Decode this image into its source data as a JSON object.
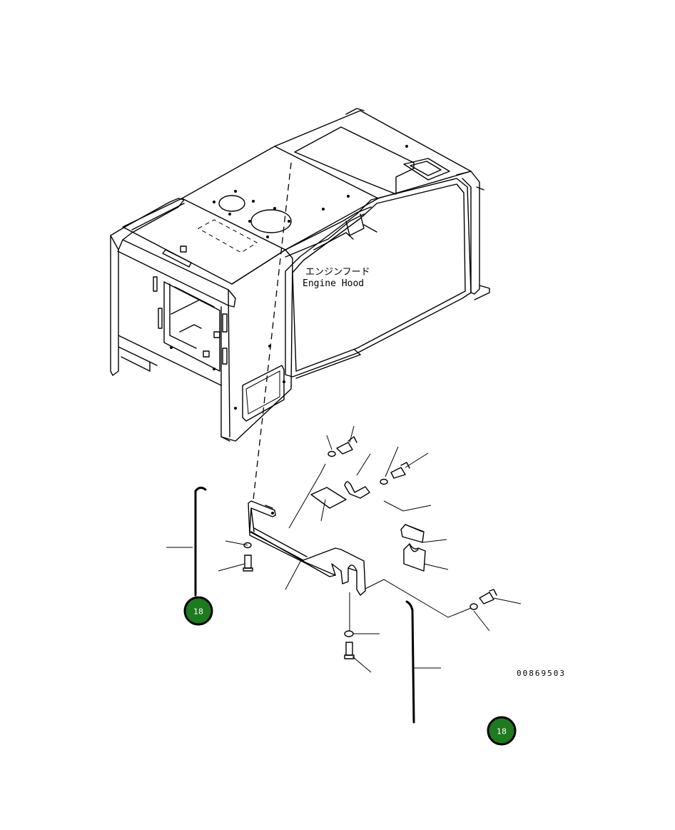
{
  "labels": {
    "hood_jp": "エンジンフード",
    "hood_en": "Engine Hood",
    "drawing_code": "00869503"
  },
  "callouts": [
    {
      "id": "callout-left",
      "number": "18"
    },
    {
      "id": "callout-right",
      "number": "18"
    }
  ],
  "colors": {
    "badge_fill": "#1e7a1e",
    "line": "#000000"
  }
}
